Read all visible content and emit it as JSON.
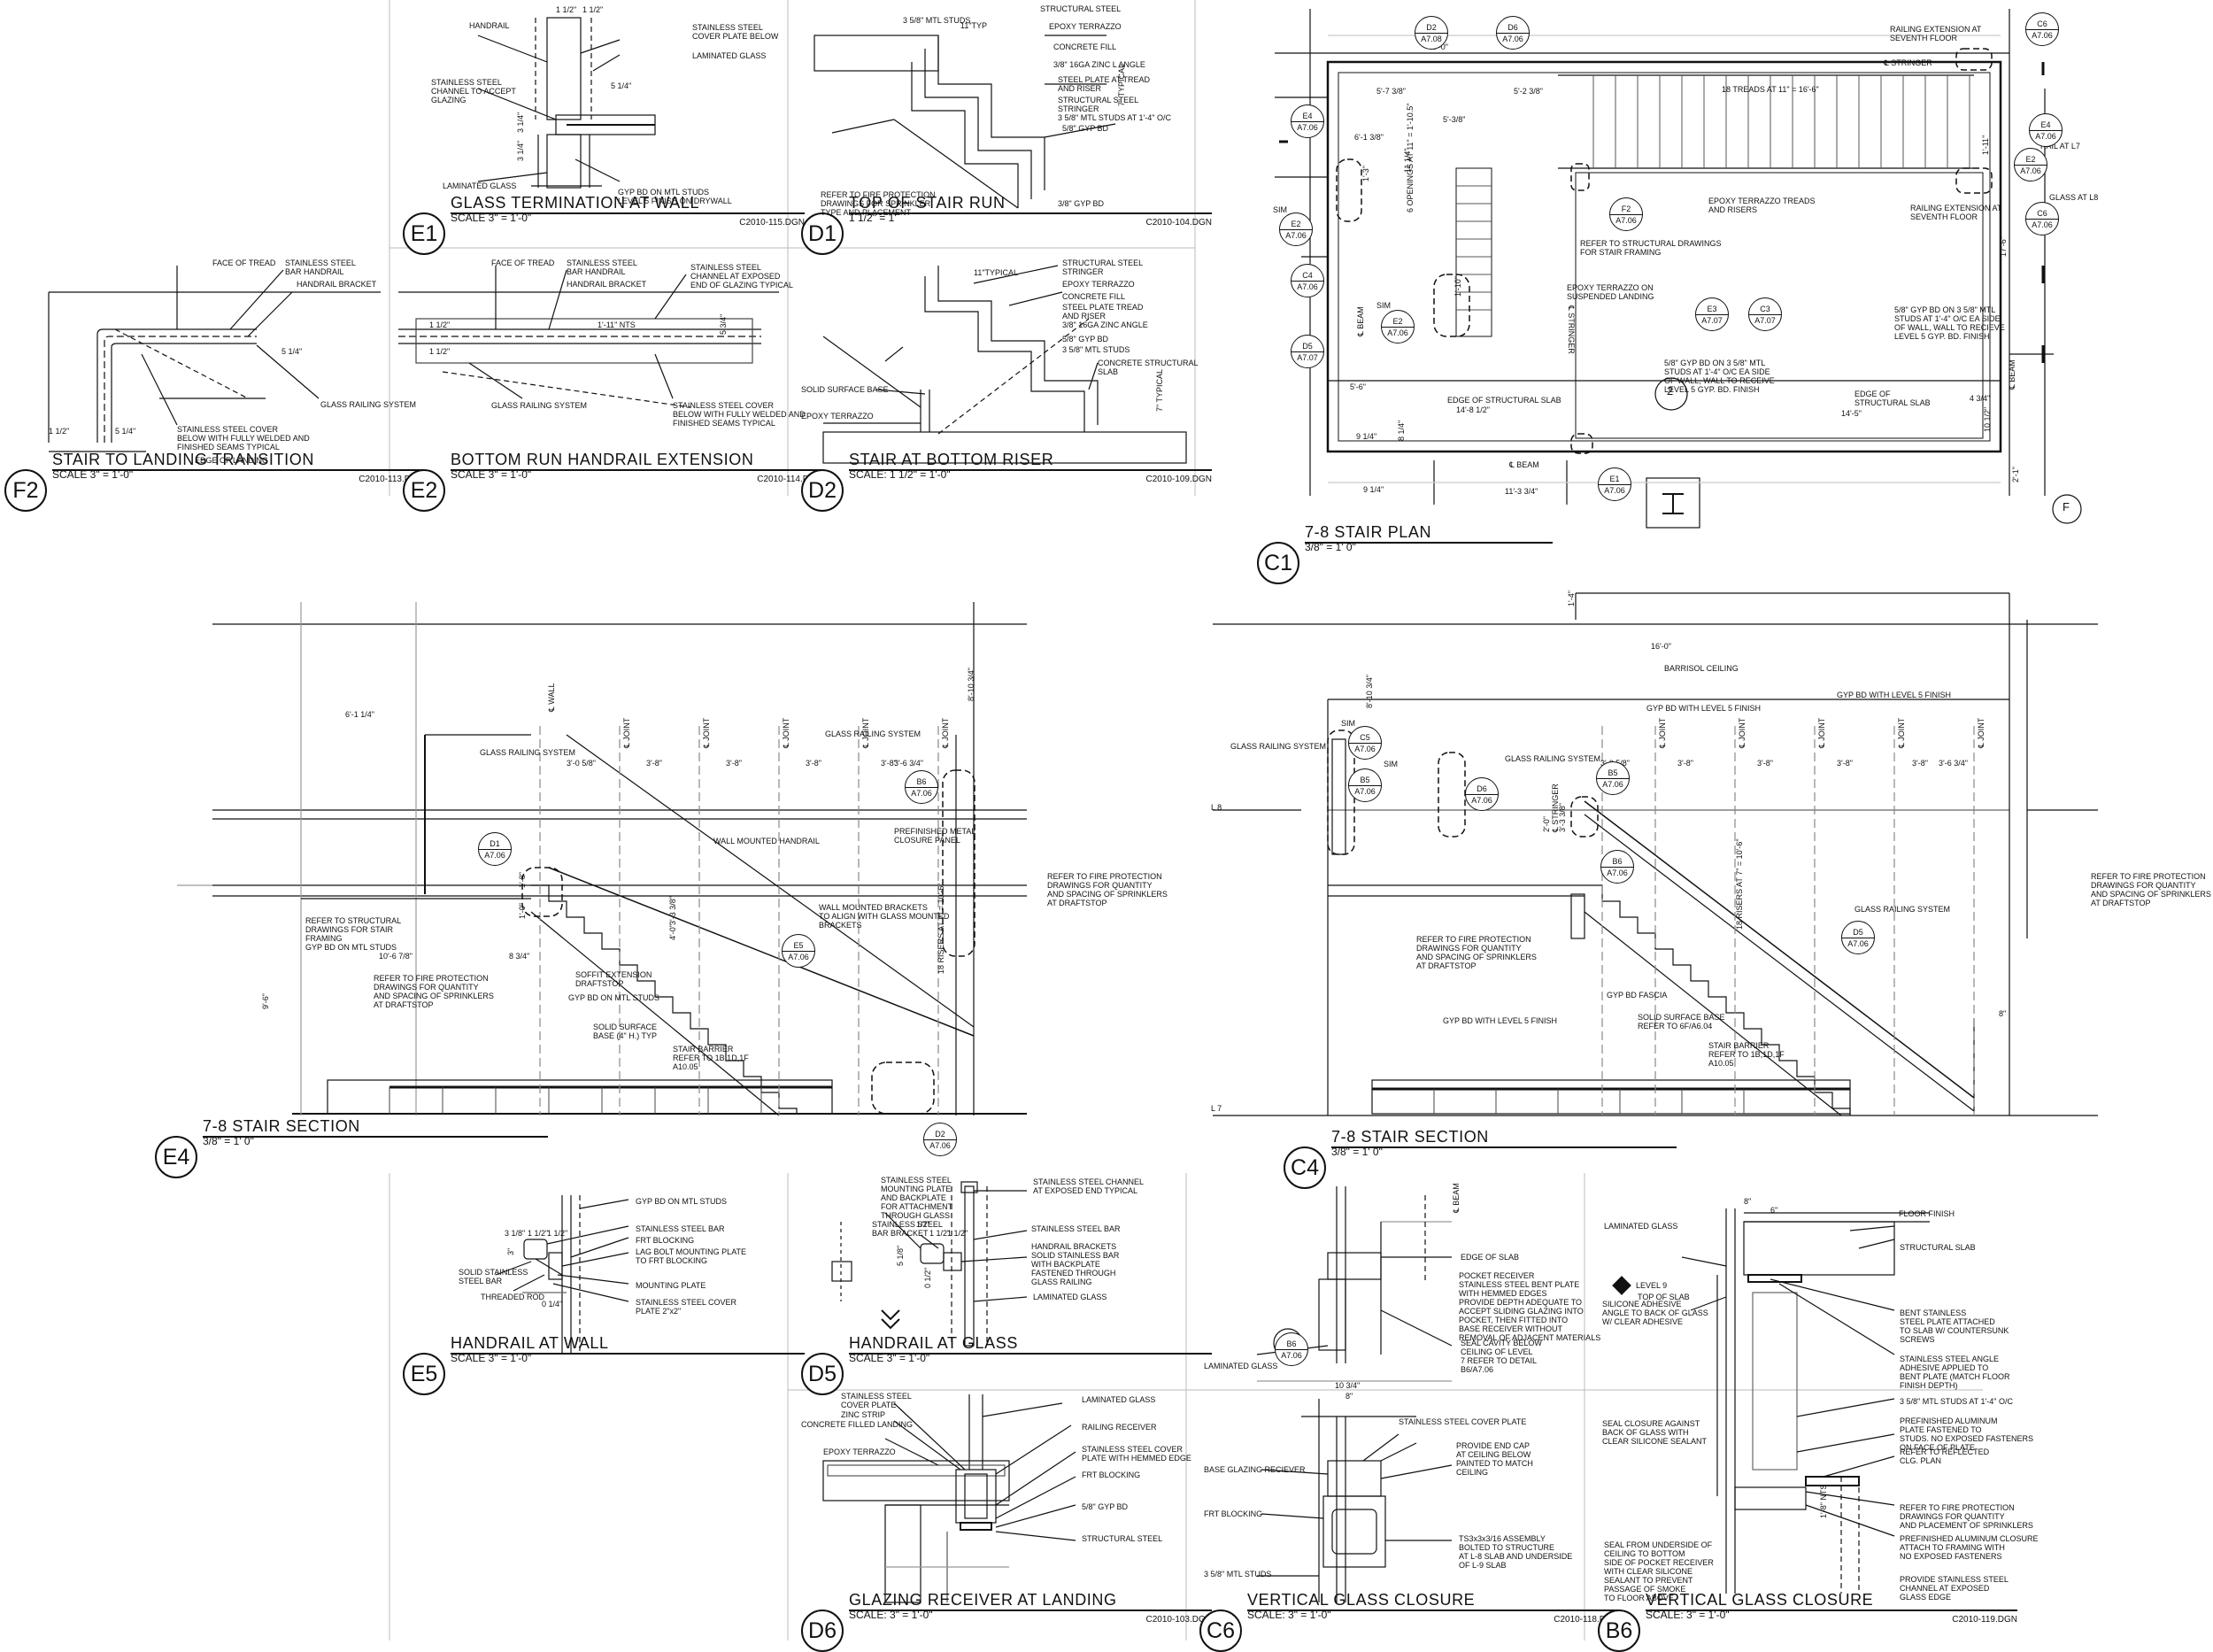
{
  "details": [
    {
      "id": "e1",
      "tag": "E1",
      "title": "GLASS TERMINATION AT WALL",
      "scale": "SCALE 3\" = 1'-0\"",
      "file": "C2010-115.DGN"
    },
    {
      "id": "d1",
      "tag": "D1",
      "title": "TOP OF STAIR RUN",
      "scale": "1 1/2\" = 1'",
      "file": "C2010-104.DGN"
    },
    {
      "id": "f2",
      "tag": "F2",
      "title": "STAIR TO LANDING TRANSITION",
      "scale": "SCALE 3\" = 1'-0\"",
      "file": "C2010-113.DGN"
    },
    {
      "id": "e2",
      "tag": "E2",
      "title": "BOTTOM RUN HANDRAIL EXTENSION",
      "scale": "SCALE 3\" = 1'-0\"",
      "file": "C2010-114.DGN"
    },
    {
      "id": "d2",
      "tag": "D2",
      "title": "STAIR AT BOTTOM RISER",
      "scale": "SCALE: 1 1/2\" = 1'-0\"",
      "file": "C2010-109.DGN"
    },
    {
      "id": "c1",
      "tag": "C1",
      "title": "7-8 STAIR PLAN",
      "scale": "3/8\" = 1' 0\"",
      "file": ""
    },
    {
      "id": "e4",
      "tag": "E4",
      "title": "7-8 STAIR SECTION",
      "scale": "3/8\" = 1' 0\"",
      "file": ""
    },
    {
      "id": "c4",
      "tag": "C4",
      "title": "7-8 STAIR SECTION",
      "scale": "3/8\" = 1' 0\"",
      "file": ""
    },
    {
      "id": "e5",
      "tag": "E5",
      "title": "HANDRAIL AT WALL",
      "scale": "SCALE 3\" = 1'-0\"",
      "file": ""
    },
    {
      "id": "d5",
      "tag": "D5",
      "title": "HANDRAIL AT GLASS",
      "scale": "SCALE 3\" = 1'-0\"",
      "file": ""
    },
    {
      "id": "d6",
      "tag": "D6",
      "title": "GLAZING RECEIVER AT LANDING",
      "scale": "SCALE: 3\" = 1'-0\"",
      "file": "C2010-103.DGN"
    },
    {
      "id": "c6",
      "tag": "C6",
      "title": "VERTICAL GLASS CLOSURE",
      "scale": "SCALE: 3\" = 1'-0\"",
      "file": "C2010-118.DGN"
    },
    {
      "id": "b6",
      "tag": "B6",
      "title": "VERTICAL GLASS CLOSURE",
      "scale": "SCALE: 3\" = 1'-0\"",
      "file": "C2010-119.DGN"
    }
  ],
  "notes": {
    "e1_handrail": "HANDRAIL",
    "e1_cover": "STAINLESS STEEL\nCOVER PLATE BELOW",
    "e1_lam": "LAMINATED GLASS",
    "e1_chan": "STAINLESS STEEL\nCHANNEL TO ACCEPT\nGLAZING",
    "e1_lam2": "LAMINATED GLASS",
    "e1_gyp": "GYP BD ON MTL STUDS\nLEVEL 5 FINISH ON DRYWALL",
    "d1_a": "3 5/8\" MTL STUDS",
    "d1_b": "STRUCTURAL STEEL",
    "d1_c": "EPOXY TERRAZZO",
    "d1_d": "CONCRETE FILL",
    "d1_e": "3/8\" 16GA ZINC L ANGLE",
    "d1_f": "STEEL PLATE AT TREAD\nAND RISER",
    "d1_g": "STRUCTURAL STEEL\nSTRINGER",
    "d1_h": "3 5/8\" MTL STUDS AT 1'-4\" O/C",
    "d1_i": "5/8\" GYP BD",
    "d1_j": "REFER TO FIRE PROTECTION\nDRAWINGS FOR SPRINKLER\nTYPE AND PLACEMENT",
    "d1_k": "3/8\" GYP BD",
    "f2_a": "FACE OF TREAD",
    "f2_b": "STAINLESS STEEL\nBAR HANDRAIL",
    "f2_c": "HANDRAIL BRACKET",
    "f2_d": "GLASS RAILING SYSTEM",
    "f2_e": "STAINLESS STEEL COVER\nBELOW WITH FULLY WELDED AND\nFINISHED SEAMS TYPICAL",
    "f2_f": "EDGE OF LANDING",
    "e2_a": "FACE OF TREAD",
    "e2_b": "STAINLESS STEEL\nBAR HANDRAIL",
    "e2_c": "HANDRAIL BRACKET",
    "e2_d": "STAINLESS STEEL\nCHANNEL AT EXPOSED\nEND OF GLAZING TYPICAL",
    "e2_e": "GLASS RAILING SYSTEM",
    "e2_f": "STAINLESS STEEL COVER\nBELOW WITH FULLY WELDED AND\nFINISHED SEAMS TYPICAL",
    "d2_a": "STRUCTURAL STEEL\nSTRINGER",
    "d2_b": "EPOXY TERRAZZO",
    "d2_c": "CONCRETE FILL",
    "d2_d": "STEEL PLATE TREAD\nAND RISER",
    "d2_e": "3/8\" 16GA ZINC ANGLE",
    "d2_f": "5/8\" GYP BD",
    "d2_g": "3 5/8\" MTL STUDS",
    "d2_h": "CONCRETE STRUCTURAL\nSLAB",
    "d2_i": "SOLID SURFACE BASE",
    "d2_j": "EPOXY TERRAZZO",
    "c1_a": "RAILING EXTENSION AT\nSEVENTH FLOOR",
    "c1_b": "18 TREADS AT 11\" = 16'-6\"",
    "c1_c": "EPOXY TERRAZZO TREADS\nAND RISERS",
    "c1_d": "REFER TO STRUCTURAL DRAWINGS\nFOR STAIR FRAMING",
    "c1_e": "EPOXY TERRAZZO ON\nSUSPENDED LANDING",
    "c1_f": "5/8\" GYP BD ON 3 5/8\" MTL\nSTUDS AT 1'-4\" O/C EA SIDE\nOF WALL, WALL TO RECEIVE\nLEVEL 5 GYP. BD. FINISH",
    "c1_g": "EDGE OF STRUCTURAL SLAB",
    "c1_h": "5/8\" GYP BD ON 3 5/8\" MTL\nSTUDS AT 1'-4\" O/C EA SIDE\nOF WALL, WALL TO RECIEVE\nLEVEL 5 GYP. BD. FINISH",
    "c1_i": "EDGE OF\nSTRUCTURAL SLAB",
    "c1_j": "RAIL AT L7",
    "c1_k": "GLASS AT L8",
    "c1_l": "RAILING EXTENSION AT\nSEVENTH FLOOR",
    "e4_a": "GLASS RAILING SYSTEM",
    "e4_b": "GLASS RAILING SYSTEM",
    "e4_c": "WALL MOUNTED HANDRAIL",
    "e4_d": "PREFINISHED METAL\nCLOSURE PANEL",
    "e4_e": "REFER TO FIRE PROTECTION\nDRAWINGS FOR QUANTITY\nAND SPACING OF SPRINKLERS\nAT DRAFTSTOP",
    "e4_f": "WALL MOUNTED BRACKETS\nTO ALIGN WITH GLASS MOUNTED\nBRACKETS",
    "e4_g": "REFER TO STRUCTURAL\nDRAWINGS FOR STAIR\nFRAMING",
    "e4_h": "GYP BD ON MTL STUDS",
    "e4_i": "REFER TO FIRE PROTECTION\nDRAWINGS FOR QUANTITY\nAND SPACING OF SPRINKLERS\nAT DRAFTSTOP",
    "e4_j": "SOFFIT EXTENSION\nDRAFTSTOP",
    "e4_k": "GYP BD ON MTL STUDS",
    "e4_l": "SOLID SURFACE\nBASE (4\" H.) TYP",
    "e4_m": "STAIR BARRIER\nREFER TO 1B,1D,1F\nA10.05",
    "c4_a": "BARRISOL CEILING",
    "c4_b": "GYP BD WITH LEVEL 5 FINISH",
    "c4_c": "GYP BD WITH LEVEL 5 FINISH",
    "c4_d": "GLASS RAILING SYSTEM",
    "c4_e": "GLASS RAILING SYSTEM",
    "c4_f": "REFER TO FIRE PROTECTION\nDRAWINGS FOR QUANTITY\nAND SPACING OF SPRINKLERS\nAT DRAFTSTOP",
    "c4_g": "GLASS RAILING SYSTEM",
    "c4_h": "REFER TO FIRE PROTECTION\nDRAWINGS FOR QUANTITY\nAND SPACING OF SPRINKLERS\nAT DRAFTSTOP",
    "c4_i": "GYP BD FASCIA",
    "c4_j": "GYP BD WITH LEVEL 5 FINISH",
    "c4_k": "SOLID SURFACE BASE\nREFER TO 6F/A6.04",
    "c4_l": "STAIR BARRIER\nREFER TO 1B,1D,1F\nA10.05",
    "e5_a": "GYP BD ON MTL STUDS",
    "e5_b": "STAINLESS STEEL BAR",
    "e5_c": "FRT BLOCKING",
    "e5_d": "LAG BOLT MOUNTING PLATE\nTO FRT BLOCKING",
    "e5_e": "SOLID STAINLESS\nSTEEL BAR",
    "e5_f": "MOUNTING PLATE",
    "e5_g": "THREADED ROD",
    "e5_h": "STAINLESS STEEL COVER\nPLATE 2\"x2\"",
    "d5_a": "STAINLESS STEEL\nMOUNTING PLATE\nAND BACKPLATE\nFOR ATTACHMENT\nTHROUGH GLASS",
    "d5_b": "STAINLESS STEEL\nBAR BRACKET",
    "d5_c": "STAINLESS STEEL CHANNEL\nAT EXPOSED END TYPICAL",
    "d5_d": "STAINLESS STEEL BAR",
    "d5_e": "HANDRAIL BRACKETS\nSOLID STAINLESS BAR\nWITH BACKPLATE\nFASTENED THROUGH\nGLASS RAILING",
    "d5_f": "LAMINATED GLASS",
    "d6_a": "STAINLESS STEEL\nCOVER PLATE",
    "d6_b": "ZINC STRIP",
    "d6_c": "CONCRETE FILLED LANDING",
    "d6_d": "EPOXY TERRAZZO",
    "d6_e": "LAMINATED GLASS",
    "d6_f": "RAILING RECEIVER",
    "d6_g": "STAINLESS STEEL COVER\nPLATE WITH HEMMED EDGE",
    "d6_h": "FRT BLOCKING",
    "d6_i": "5/8\" GYP BD",
    "d6_j": "STRUCTURAL STEEL",
    "c6_a": "EDGE OF SLAB",
    "c6_b": "POCKET RECEIVER\nSTAINLESS STEEL BENT PLATE\nWITH HEMMED EDGES\nPROVIDE DEPTH ADEQUATE TO\nACCEPT SLIDING GLAZING INTO\nPOCKET, THEN FITTED INTO\nBASE RECEIVER WITHOUT\nREMOVAL OF ADJACENT MATERIALS",
    "c6_c": "SEAL CAVITY BELOW\nCEILING OF LEVEL\n7 REFER TO DETAIL\nB6/A7.06",
    "c6_d": "LAMINATED GLASS",
    "c6_e": "STAINLESS STEEL COVER PLATE",
    "c6_f": "PROVIDE END CAP\nAT CEILING BELOW\nPAINTED TO MATCH\nCEILING",
    "c6_g": "BASE GLAZING RECIEVER",
    "c6_h": "FRT BLOCKING",
    "c6_i": "TS3x3x3/16 ASSEMBLY\nBOLTED TO STRUCTURE\nAT L-8 SLAB AND UNDERSIDE\nOF L-9 SLAB",
    "c6_j": "3 5/8\" MTL STUDS",
    "b6_a": "LAMINATED GLASS",
    "b6_b": "FLOOR FINISH",
    "b6_c": "STRUCTURAL SLAB",
    "b6_d": "LEVEL 9",
    "b6_e": "TOP OF SLAB",
    "b6_f": "SILICONE ADHESIVE\nANGLE TO BACK OF GLASS\nW/ CLEAR ADHESIVE",
    "b6_g": "BENT STAINLESS\nSTEEL PLATE ATTACHED\nTO SLAB W/ COUNTERSUNK\nSCREWS",
    "b6_h": "STAINLESS STEEL ANGLE\nADHESIVE APPLIED TO\nBENT PLATE (MATCH FLOOR\nFINISH DEPTH)",
    "b6_i": "3 5/8\" MTL STUDS AT 1'-4\" O/C",
    "b6_j": "PREFINISHED ALUMINUM\nPLATE FASTENED TO\nSTUDS. NO EXPOSED FASTENERS\nON FACE OF PLATE",
    "b6_k": "SEAL CLOSURE AGAINST\nBACK OF GLASS WITH\nCLEAR SILICONE SEALANT",
    "b6_l": "REFER TO REFLECTED\nCLG. PLAN",
    "b6_m": "REFER TO FIRE PROTECTION\nDRAWINGS FOR QUANTITY\nAND PLACEMENT OF SPRINKLERS",
    "b6_n": "PREFINISHED ALUMINUM CLOSURE\nATTACH TO FRAMING WITH\nNO EXPOSED FASTENERS",
    "b6_o": "SEAL FROM UNDERSIDE OF\nCEILING TO BOTTOM\nSIDE OF POCKET RECEIVER\nWITH CLEAR SILICONE\nSEALANT TO PREVENT\nPASSAGE OF SMOKE\nTO FLOOR ABOVE",
    "b6_p": "PROVIDE STAINLESS STEEL\nCHANNEL AT EXPOSED\nGLASS EDGE"
  },
  "dims": {
    "e1_1": "1 1/2\"",
    "e1_2": "1 1/2\"",
    "e1_3": "5 1/4\"",
    "e1_4": "3 1/4\"",
    "e1_5": "3 1/4\"",
    "d1_1": "11\"TYP",
    "d1_2": "7\" TYPICAL",
    "f2_1": "5 1/4\"",
    "f2_2": "1 1/2\"",
    "f2_3": "5 1/4\"",
    "e2_1": "1'-11\" NTS",
    "e2_2": "5 3/4\"",
    "e2_3": "1 1/2\"",
    "e2_4": "1 1/2\"",
    "d2_1": "11\"TYPICAL",
    "d2_2": "7\" TYPICAL",
    "c1_1": "5'-0\"",
    "c1_2": "5'-7 3/8\"",
    "c1_3": "5'-2 3/8\"",
    "c1_4": "6'-1 3/8\"",
    "c1_5": "5'-3/8\"",
    "c1_6": "11 1/4\"",
    "c1_7": "1'-3\"",
    "c1_8": "1'-10\"",
    "c1_9": "5'-6\"",
    "c1_10": "14'-8 1/2\"",
    "c1_11": "9 1/4\"",
    "c1_12": "11'-3 3/4\"",
    "c1_13": "14'-5\"",
    "c1_14": "4 3/4\"",
    "c1_15": "17'-6\"",
    "c1_16": "10 1/2\"",
    "c1_17": "2'-1\"",
    "c1_18": "1'-11\"",
    "c1_19": "9 1/4\"",
    "c1_20": "8 1/4\"",
    "c1_21": "6 OPENINGS AT 11\" = 1'-10.5\"",
    "e4_1": "6'-1 1/4\"",
    "e4_2": "3'-0 5/8\"",
    "e4_3": "3'-8\"",
    "e4_4": "3'-8\"",
    "e4_5": "3'-8\"",
    "e4_6": "3'-8\"",
    "e4_7": "3'-6 3/4\"",
    "e4_8": "8'-10 3/4\"",
    "e4_9": "9'-6\"",
    "e4_10": "10'-6 7/8\"",
    "e4_11": "8 3/4\"",
    "e4_12": "1'-8\"",
    "e4_13": "1'-0\"",
    "e4_14": "3'-3 3/8\"",
    "e4_15": "4'-0\"",
    "e4_16": "18 RISERS AT 7\" = 10'-6\"",
    "c4_1": "1'-4\"",
    "c4_2": "16'-0\"",
    "c4_3": "8'-10 3/4\"",
    "c4_4": "3'-0 5/8\"",
    "c4_5": "3'-8\"",
    "c4_6": "3'-8\"",
    "c4_7": "3'-8\"",
    "c4_8": "3'-8\"",
    "c4_9": "3'-6 3/4\"",
    "c4_10": "2'-0\"",
    "c4_11": "3'-3 3/8\"",
    "c4_12": "8\"",
    "c4_13": "18 RISERS AT 7\" = 10'-6\"",
    "e5_1": "1 1/2\"",
    "e5_2": "1 1/2\"",
    "e5_3": "3 1/8\"",
    "e5_4": "3\"",
    "e5_5": "0 1/4\"",
    "d5_1": "1/2\"",
    "d5_2": "1 1/2\"",
    "d5_3": "1 1/2\"",
    "d5_4": "0 1/2\"",
    "d5_5": "5 1/8\"",
    "c6_1": "10 3/4\"",
    "c6_2": "8\"",
    "b6_1": "8\"",
    "b6_2": "6\"",
    "b6_3": "1'-8\" NTS"
  },
  "refs": {
    "c1_top1": [
      "D2",
      "A7.08"
    ],
    "c1_top2": [
      "D6",
      "A7.06"
    ],
    "c1_top3": [
      "C6",
      "A7.06"
    ],
    "c1_e4": [
      "E4",
      "A7.06"
    ],
    "c1_e2": [
      "E2",
      "A7.06"
    ],
    "c1_c4": [
      "C4",
      "A7.06"
    ],
    "c1_d5": [
      "D5",
      "A7.07"
    ],
    "c1_f2": [
      "F2",
      "A7.06"
    ],
    "c1_e2b": [
      "E2",
      "A7.06"
    ],
    "c1_e3": [
      "E3",
      "A7.07"
    ],
    "c1_c3": [
      "C3",
      "A7.07"
    ],
    "c1_e1": [
      "E1",
      "A7.06"
    ],
    "c1_e4b": [
      "E4",
      "A7.06"
    ],
    "c1_e2c": [
      "E2",
      "A7.06"
    ],
    "c1_c6": [
      "C6",
      "A7.06"
    ],
    "c1_sim1": "SIM",
    "c1_sim2": "SIM",
    "c1_num2": "2",
    "c1_f": "F",
    "e4_d1": [
      "D1",
      "A7.06"
    ],
    "e4_b6": [
      "B6",
      "A7.06"
    ],
    "e4_e5": [
      "E5",
      "A7.06"
    ],
    "e4_d2": [
      "D2",
      "A7.06"
    ],
    "c4_c5": [
      "C5",
      "A7.06"
    ],
    "c4_b5": [
      "B5",
      "A7.06"
    ],
    "c4_d6": [
      "D6",
      "A7.06"
    ],
    "c4_b5b": [
      "B5",
      "A7.06"
    ],
    "c4_b6": [
      "B6",
      "A7.06"
    ],
    "c4_d5": [
      "D5",
      "A7.06"
    ],
    "c4_sim1": "SIM",
    "c4_sim2": "SIM",
    "c6_b6": [
      "B6",
      "A7.06"
    ]
  },
  "annot": {
    "beam": "℄ BEAM",
    "stringer": "℄ STRINGER",
    "wall": "℄ WALL",
    "joint": "℄ JOINT",
    "l8": "L 8",
    "l7": "L 7",
    "lvl9": "LEVEL 9"
  }
}
